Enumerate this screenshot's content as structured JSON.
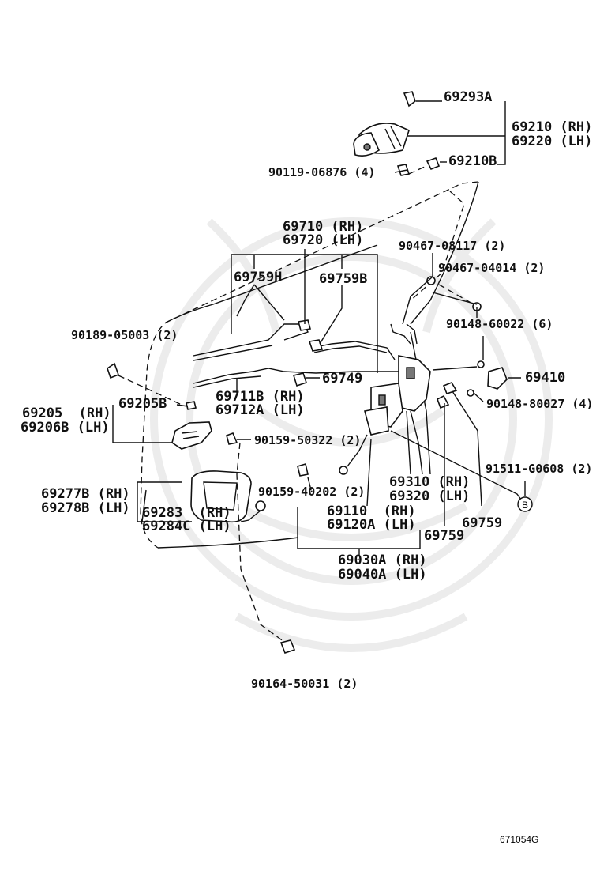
{
  "labels": {
    "p69293a": "69293A",
    "p69210rh": "69210 (RH)",
    "p69220lh": "69220 (LH)",
    "p69210b": "69210B",
    "p90119": "90119-06876 (4)",
    "p69710rh": "69710 (RH)",
    "p69720lh": "69720 (LH)",
    "p90467_08117": "90467-08117 (2)",
    "p69759h": "69759H",
    "p69759b": "69759B",
    "p90467_04014": "90467-04014 (2)",
    "p90189": "90189-05003 (2)",
    "p90148_60022": "90148-60022 (6)",
    "p69749": "69749",
    "p69410": "69410",
    "p69711b": "69711B (RH)",
    "p69712a": "69712A (LH)",
    "p69205b": "69205B",
    "p90148_80027": "90148-80027 (4)",
    "p69205rh": "69205  (RH)",
    "p69206blh": "69206B (LH)",
    "p90159_50322": "90159-50322 (2)",
    "p91511": "91511-G0608 (2)",
    "p69277b": "69277B (RH)",
    "p69278b": "69278B (LH)",
    "p90159_40202": "90159-40202 (2)",
    "p69310rh": "69310 (RH)",
    "p69320lh": "69320 (LH)",
    "p69283rh": "69283  (RH)",
    "p69284clh": "69284C (LH)",
    "p69110rh": "69110  (RH)",
    "p69120alh": "69120A (LH)",
    "p69759_right": "69759",
    "p69759_mid": "69759",
    "p69030a": "69030A (RH)",
    "p69040a": "69040A (LH)",
    "p90164": "90164-50031 (2)",
    "ref_b": "B",
    "code": "671054G"
  }
}
